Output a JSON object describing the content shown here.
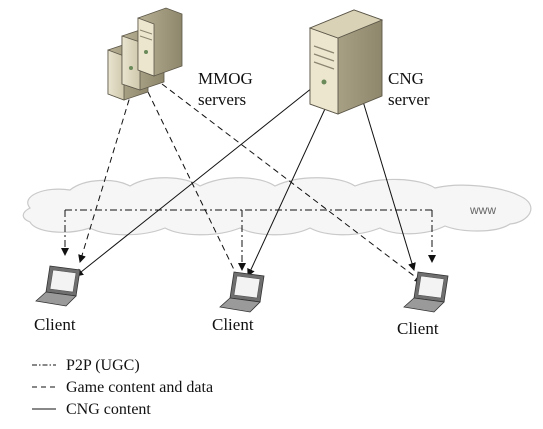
{
  "servers": {
    "mmog_label_line1": "MMOG",
    "mmog_label_line2": "servers",
    "cng_label_line1": "CNG",
    "cng_label_line2": "server"
  },
  "cloud": {
    "label": "www"
  },
  "clients": [
    {
      "label": "Client"
    },
    {
      "label": "Client"
    },
    {
      "label": "Client"
    }
  ],
  "legend": [
    {
      "style": "dash-dot",
      "label": "P2P (UGC)"
    },
    {
      "style": "dashed",
      "label": "Game content and data"
    },
    {
      "style": "solid",
      "label": "CNG content"
    }
  ]
}
